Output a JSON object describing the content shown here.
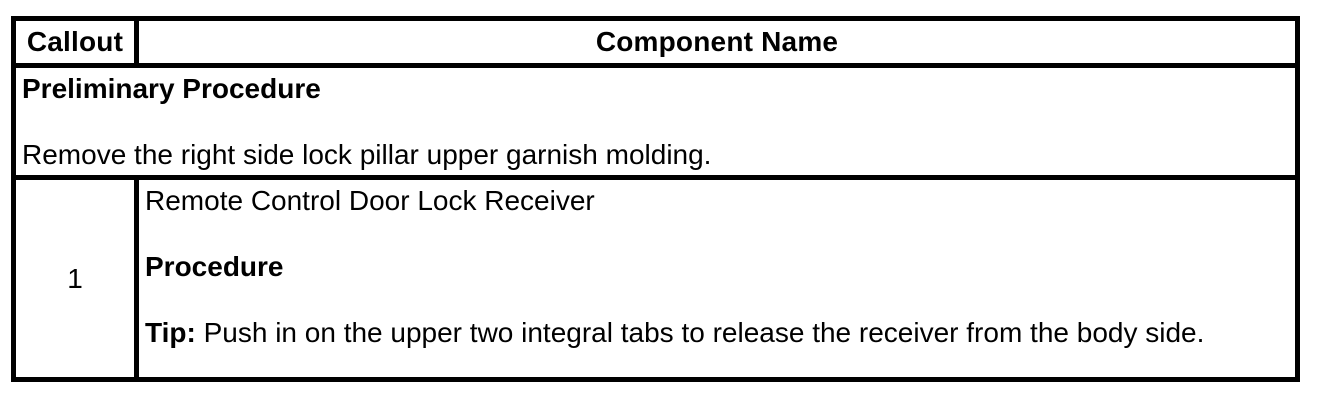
{
  "table": {
    "header": {
      "callout": "Callout",
      "component_name": "Component Name"
    },
    "preliminary": {
      "title": "Preliminary Procedure",
      "step": "Remove the right side lock pillar upper garnish molding."
    },
    "rows": [
      {
        "callout": "1",
        "component_name": "Remote Control Door Lock Receiver",
        "procedure_heading": "Procedure",
        "tip_label": "Tip:",
        "tip_text": "Push in on the upper two integral tabs to release the receiver from the body side."
      }
    ]
  },
  "colors": {
    "border": "#000000",
    "background": "#ffffff",
    "text": "#000000"
  }
}
